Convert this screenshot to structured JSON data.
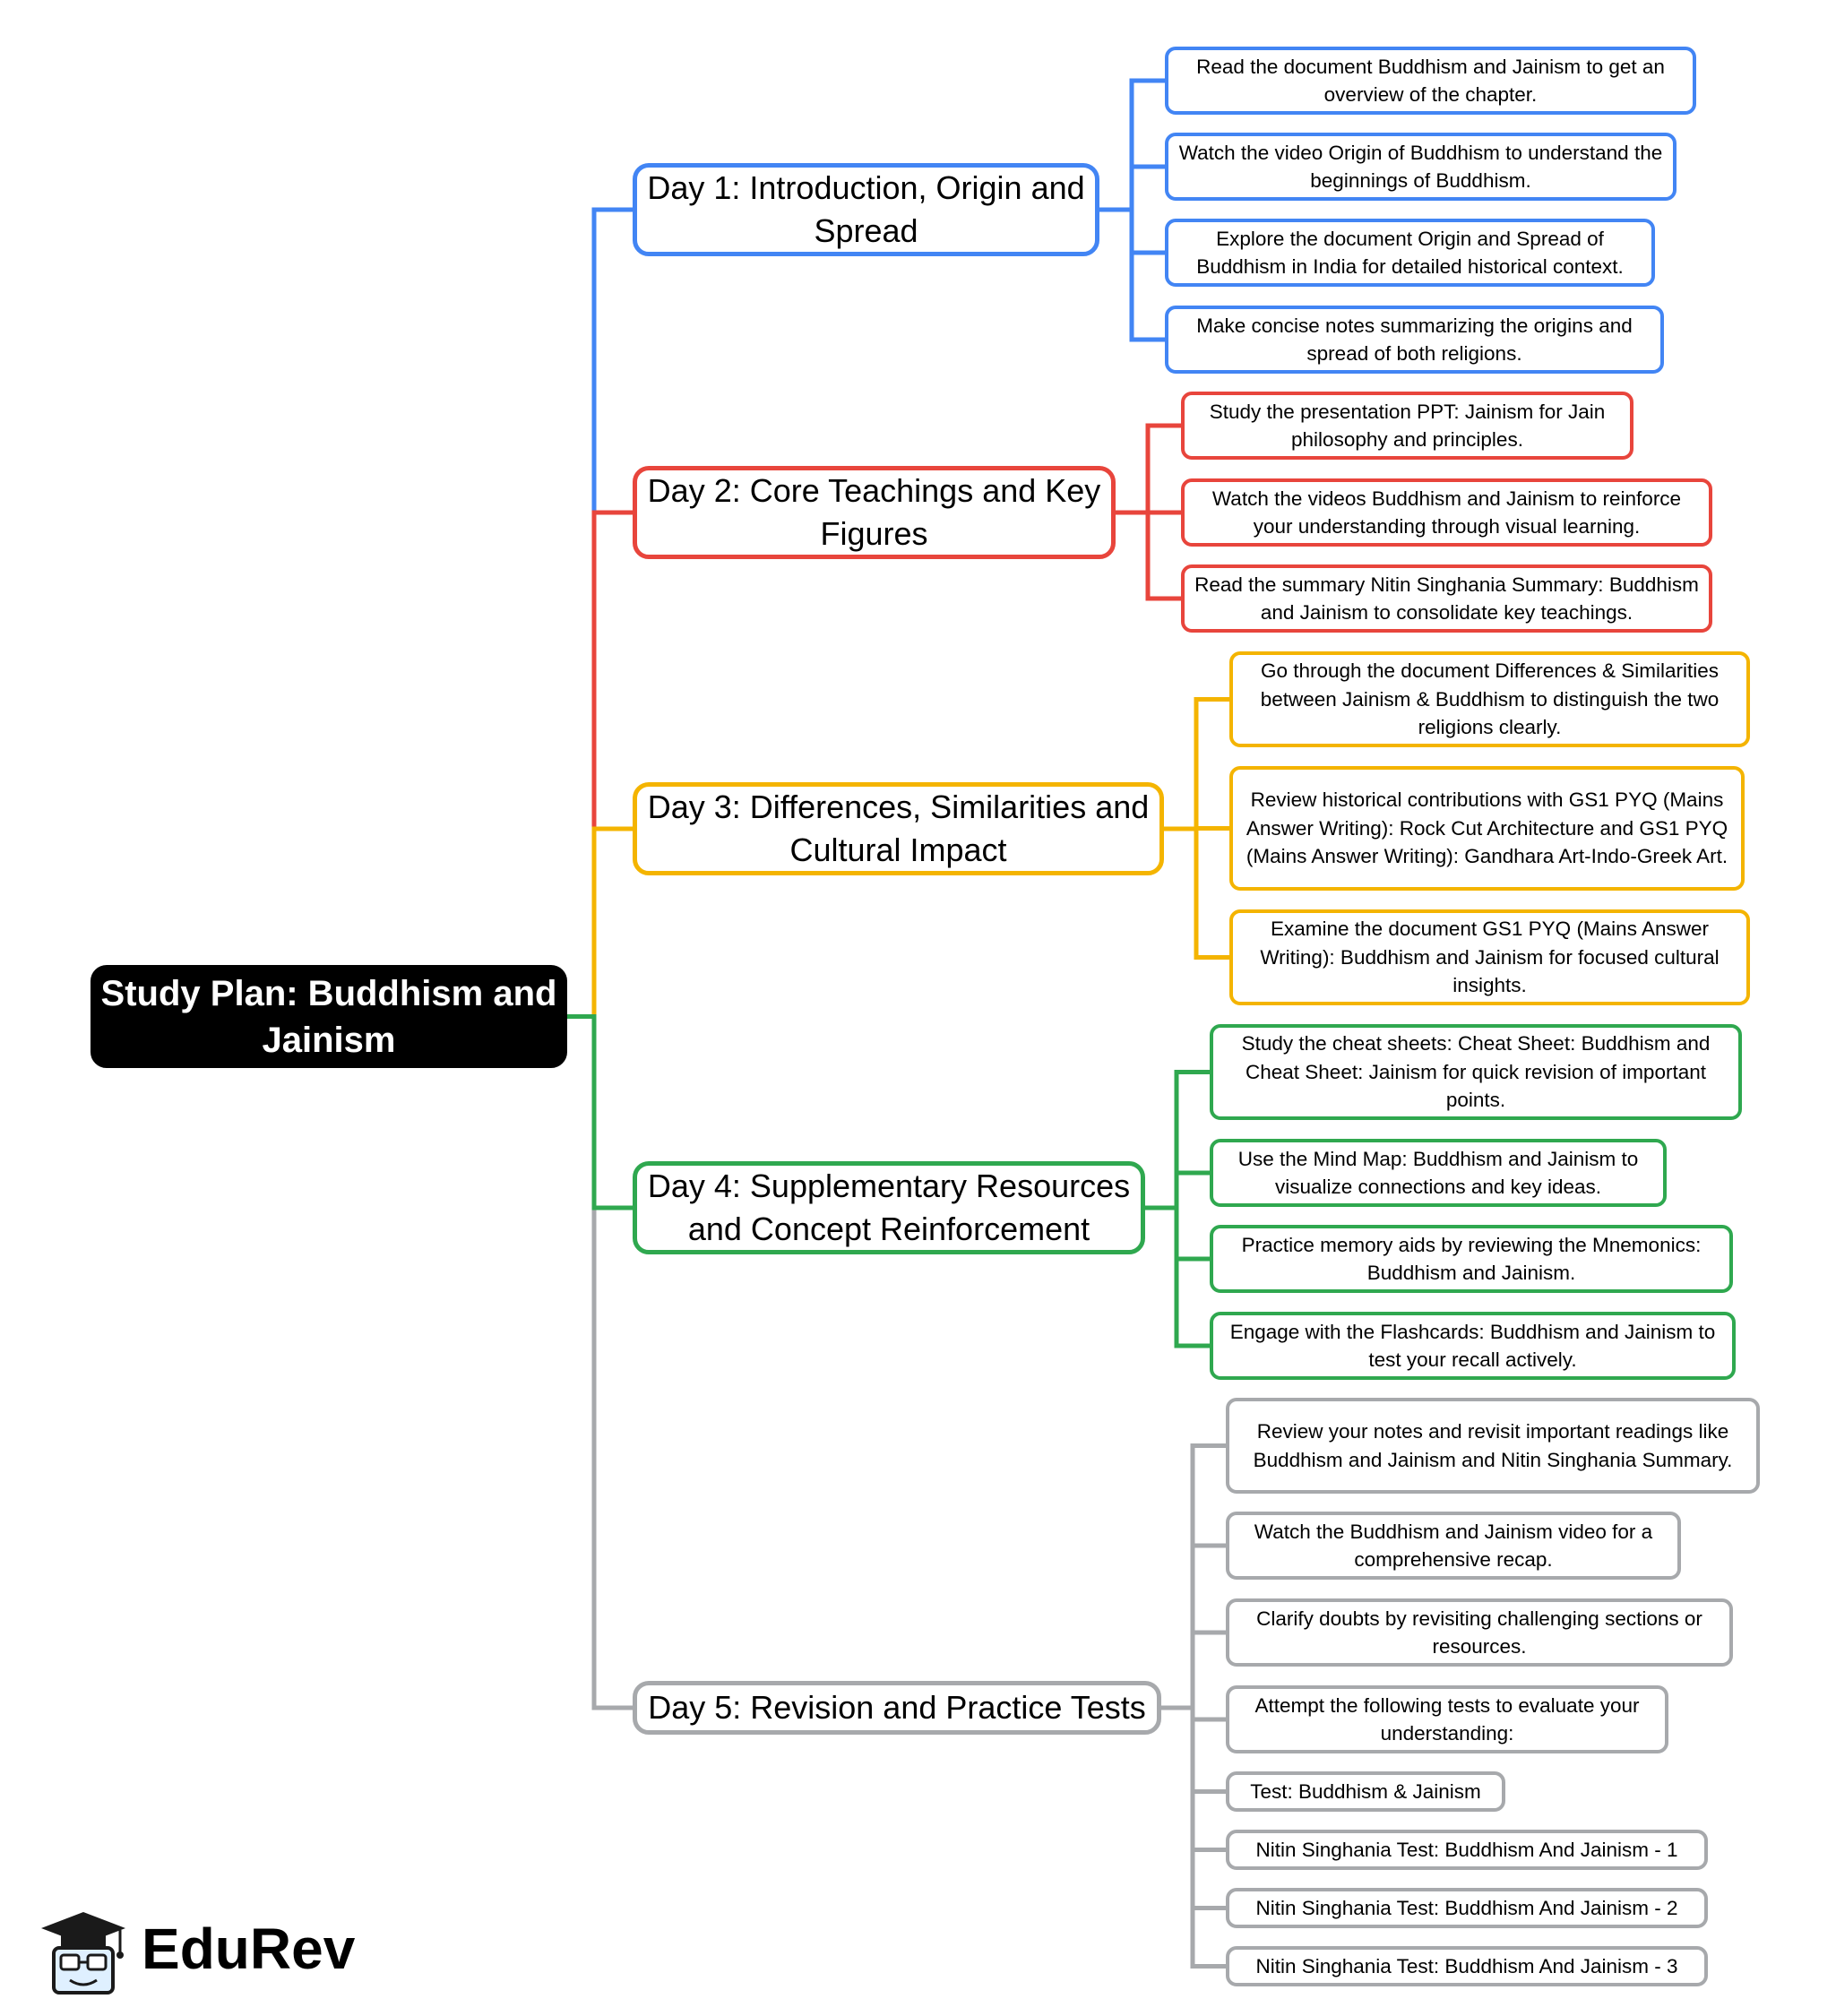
{
  "root": {
    "title": "Study Plan: Buddhism and Jainism"
  },
  "colors": {
    "day1": "#4285f4",
    "day2": "#e8453c",
    "day3": "#f4b400",
    "day4": "#2fa84f",
    "day5": "#a7a9ac"
  },
  "days": [
    {
      "label": "Day 1: Introduction, Origin and Spread",
      "tasks": [
        "Read the document Buddhism and Jainism to get an overview of the chapter.",
        "Watch the video Origin of Buddhism to understand the beginnings of Buddhism.",
        "Explore the document Origin and Spread of Buddhism in India for detailed historical context.",
        "Make concise notes summarizing the origins and spread of both religions."
      ]
    },
    {
      "label": "Day 2: Core Teachings and Key Figures",
      "tasks": [
        "Study the presentation PPT: Jainism for Jain philosophy and principles.",
        "Watch the videos Buddhism and Jainism to reinforce your understanding through visual learning.",
        "Read the summary Nitin Singhania Summary: Buddhism and Jainism to consolidate key teachings."
      ]
    },
    {
      "label": "Day 3: Differences, Similarities and Cultural Impact",
      "tasks": [
        "Go through the document Differences & Similarities between Jainism & Buddhism to distinguish the two religions clearly.",
        "Review historical contributions with GS1 PYQ (Mains Answer Writing): Rock Cut Architecture and GS1 PYQ (Mains Answer Writing): Gandhara Art-Indo-Greek Art.",
        "Examine the document GS1 PYQ (Mains Answer Writing): Buddhism and Jainism for focused cultural insights."
      ]
    },
    {
      "label": "Day 4: Supplementary Resources and Concept Reinforcement",
      "tasks": [
        "Study the cheat sheets: Cheat Sheet: Buddhism and Cheat Sheet: Jainism for quick revision of important points.",
        "Use the Mind Map: Buddhism and Jainism to visualize connections and key ideas.",
        "Practice memory aids by reviewing the Mnemonics: Buddhism and Jainism.",
        "Engage with the Flashcards: Buddhism and Jainism to test your recall actively."
      ]
    },
    {
      "label": "Day 5: Revision and Practice Tests",
      "tasks": [
        "Review your notes and revisit important readings like Buddhism and Jainism and Nitin Singhania Summary.",
        "Watch the Buddhism and Jainism video for a comprehensive recap.",
        "Clarify doubts by revisiting challenging sections or resources.",
        "Attempt the following tests to evaluate your understanding:",
        "Test: Buddhism & Jainism",
        "Nitin Singhania Test: Buddhism And Jainism - 1",
        "Nitin Singhania Test: Buddhism And Jainism - 2",
        "Nitin Singhania Test: Buddhism And Jainism - 3"
      ]
    }
  ],
  "brand": {
    "name": "EduRev"
  }
}
